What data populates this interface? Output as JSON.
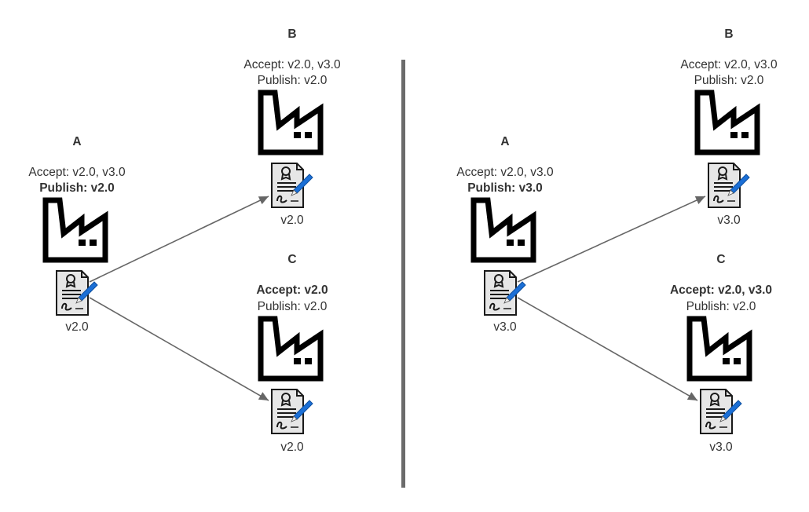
{
  "colors": {
    "factory": "#000000",
    "separator": "#6b6b6b",
    "arrow": "#666666",
    "pen": "#1b6fd6",
    "doc_fill": "#e6e6e6"
  },
  "icons": {
    "factory": "factory-icon",
    "certificate": "certificate-icon"
  },
  "panels": [
    {
      "nodes": {
        "A": {
          "label": "A",
          "accept": "Accept: v2.0, v3.0",
          "accept_bold": false,
          "publish": "Publish: v2.0",
          "publish_bold": true,
          "cert": "v2.0"
        },
        "B": {
          "label": "B",
          "accept": "Accept: v2.0, v3.0",
          "accept_bold": false,
          "publish": "Publish: v2.0",
          "publish_bold": false,
          "cert": "v2.0"
        },
        "C": {
          "label": "C",
          "accept": "Accept: v2.0",
          "accept_bold": true,
          "publish": "Publish: v2.0",
          "publish_bold": false,
          "cert": "v2.0"
        }
      }
    },
    {
      "nodes": {
        "A": {
          "label": "A",
          "accept": "Accept: v2.0, v3.0",
          "accept_bold": false,
          "publish": "Publish: v3.0",
          "publish_bold": true,
          "cert": "v3.0"
        },
        "B": {
          "label": "B",
          "accept": "Accept: v2.0, v3.0",
          "accept_bold": false,
          "publish": "Publish: v2.0",
          "publish_bold": false,
          "cert": "v3.0"
        },
        "C": {
          "label": "C",
          "accept": "Accept: v2.0, v3.0",
          "accept_bold": true,
          "publish": "Publish: v2.0",
          "publish_bold": false,
          "cert": "v3.0"
        }
      }
    }
  ]
}
